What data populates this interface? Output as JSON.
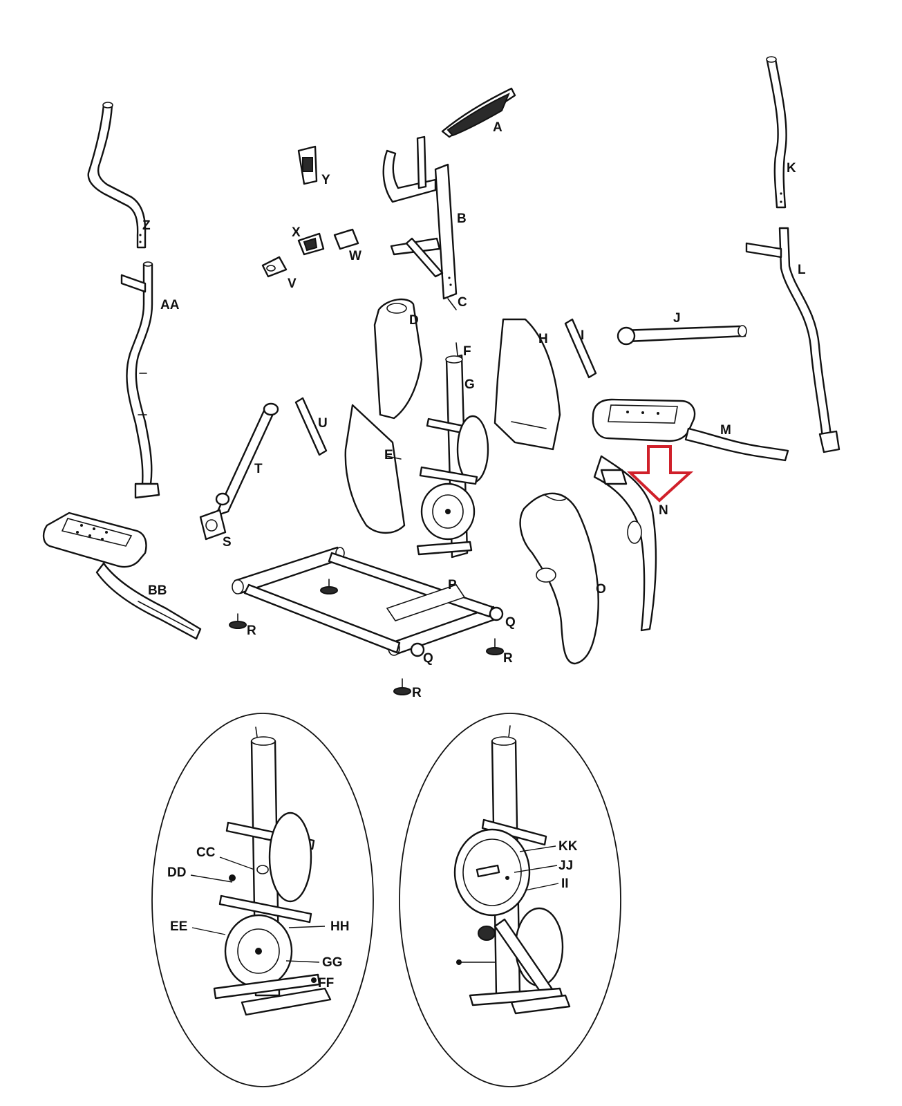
{
  "labels": {
    "A": "A",
    "B": "B",
    "C": "C",
    "D": "D",
    "E": "E",
    "F": "F",
    "G": "G",
    "H": "H",
    "I": "I",
    "J": "J",
    "K": "K",
    "L": "L",
    "M": "M",
    "N": "N",
    "O": "O",
    "P": "P",
    "Q1": "Q",
    "Q2": "Q",
    "R1": "R",
    "R2": "R",
    "R3": "R",
    "S": "S",
    "T": "T",
    "U": "U",
    "V": "V",
    "W": "W",
    "X": "X",
    "Y": "Y",
    "Z": "Z",
    "AA": "AA",
    "BB": "BB",
    "CC": "CC",
    "DD": "DD",
    "EE": "EE",
    "FF": "FF",
    "GG": "GG",
    "HH": "HH",
    "II": "II",
    "JJ": "JJ",
    "KK": "KK"
  },
  "highlight": {
    "target": "N",
    "color": "#d0202a"
  }
}
